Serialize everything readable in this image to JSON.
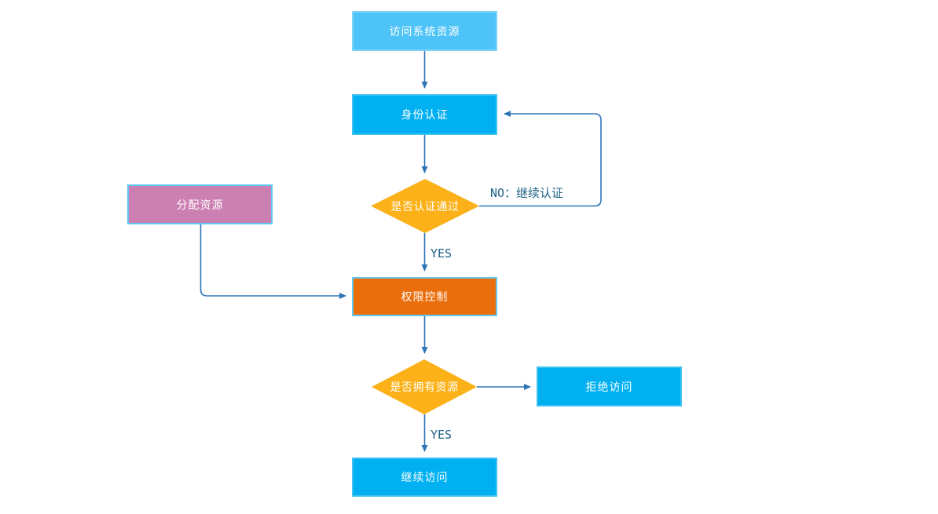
{
  "diagram": {
    "type": "flowchart",
    "nodes": {
      "access_resource": {
        "label": "访问系统资源",
        "shape": "rect",
        "fill": "#4DC3F7"
      },
      "identity_auth": {
        "label": "身份认证",
        "shape": "rect",
        "fill": "#00B0F0"
      },
      "auth_passed": {
        "label": "是否认证通过",
        "shape": "diamond",
        "fill": "#FBB117"
      },
      "allocate_resource": {
        "label": "分配资源",
        "shape": "rect",
        "fill": "#CC7FB1"
      },
      "permission_control": {
        "label": "权限控制",
        "shape": "rect",
        "fill": "#EB6E0C"
      },
      "owns_resource": {
        "label": "是否拥有资源",
        "shape": "diamond",
        "fill": "#FBB117"
      },
      "deny_access": {
        "label": "拒绝访问",
        "shape": "rect",
        "fill": "#00B0F0"
      },
      "continue_access": {
        "label": "继续访问",
        "shape": "rect",
        "fill": "#00B0F0"
      }
    },
    "edge_labels": {
      "no_continue_auth": "NO：继续认证",
      "yes_auth": "YES",
      "yes_resource": "YES"
    },
    "edges": [
      "访问系统资源 -> 身份认证",
      "身份认证 -> 是否认证通过",
      "是否认证通过 -> 身份认证 (NO：继续认证)",
      "是否认证通过 -> 权限控制 (YES)",
      "分配资源 -> 权限控制",
      "权限控制 -> 是否拥有资源",
      "是否拥有资源 -> 拒绝访问",
      "是否拥有资源 -> 继续访问 (YES)"
    ],
    "colors": {
      "light_blue_fill": "#4DC3F7",
      "azure_fill": "#00B0F0",
      "diamond_fill": "#FBB117",
      "orange_fill": "#EB6E0C",
      "pink_fill": "#CC7FB1",
      "shape_border": "#5FC8F3",
      "connector": "#2E75B6",
      "edge_label_text": "#1E6287",
      "node_text": "#FFFFFF"
    }
  }
}
